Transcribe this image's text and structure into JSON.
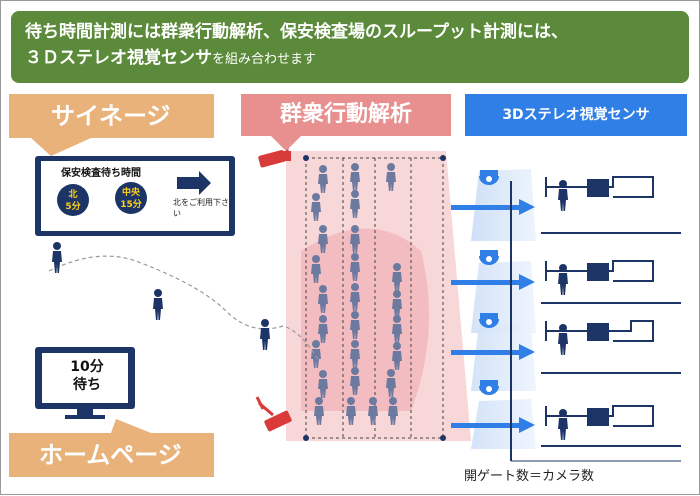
{
  "header": {
    "line1": "待ち時間計測には群衆行動解析、保安検査場のスループット計測には、",
    "line2_bold": "３Ｄステレオ視覚センサ",
    "line2_rest": "を組み合わせます"
  },
  "banners": {
    "signage": "サイネージ",
    "group_analysis": "群衆行動解析",
    "stereo_sensor": "3Dステレオ視覚センサ",
    "homepage": "ホームページ"
  },
  "signage": {
    "title": "保安検査待ち時間",
    "north_label": "北",
    "north_time": "5分",
    "center_label": "中央",
    "center_time": "15分",
    "message": "北をご利用下さい"
  },
  "monitor": {
    "line1": "10分",
    "line2": "待ち"
  },
  "gate_caption": "開ゲート数＝カメラ数",
  "colors": {
    "header_green": "#5b8a3a",
    "signage_orange": "#e8b27a",
    "analysis_pink": "#e88f8f",
    "sensor_blue": "#2f7fe6",
    "person_navy": "#1d3466",
    "camera_red": "#d93a3a"
  }
}
